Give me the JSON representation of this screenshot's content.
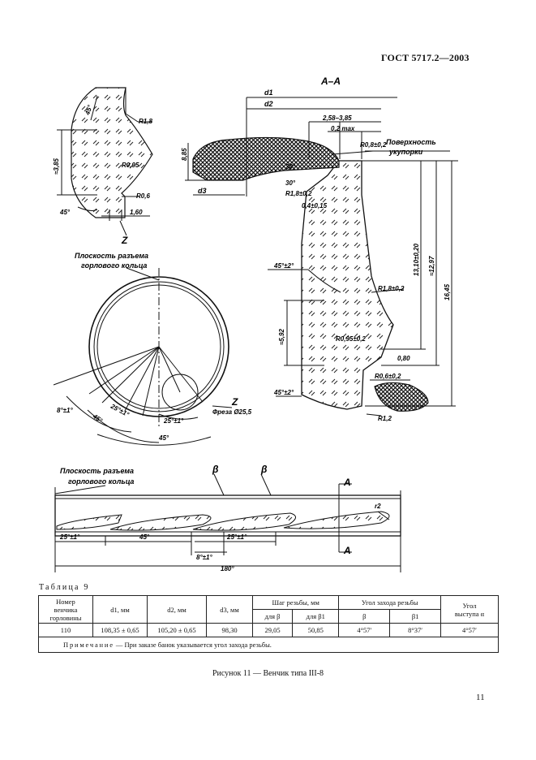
{
  "header": {
    "standard": "ГОСТ 5717.2—2003"
  },
  "drawing": {
    "section_label": "А–А",
    "d1": "d1",
    "d2": "d2",
    "d3": "d3",
    "detail_z": {
      "r18": "R1,8",
      "r095": "R0,95",
      "r06": "R0,6",
      "dim_45_top": "45°",
      "dim_45_bot": "45°",
      "approx385": "≈3,85",
      "dim_160": "1,60",
      "z": "Z"
    },
    "plan": {
      "plane_label_1": "Плоскость разъема",
      "plane_label_2": "горлового кольца",
      "a1": "8°±1°",
      "a2": "25°±1°",
      "a3": "45°",
      "a4": "25°±1°",
      "a5": "45°",
      "mill": "Фреза Ø25,5",
      "z": "Z"
    },
    "section": {
      "d258": "2,58–3,85",
      "max02": "0,2 max",
      "r08": "R0,8±0,2",
      "surface_1": "Поверхность",
      "surface_2": "укупорки",
      "ang30a": "30°",
      "ang30b": "30°",
      "r18": "R1,8±0,2",
      "r04": "0,4±0,15",
      "h885": "8,85",
      "ang45": "45°±2°",
      "r18b": "R1,8±0,2",
      "r095": "R0,95±0,2",
      "h13": "13,10±0,20",
      "approx1297": "≈12,97",
      "h1645": "16,45",
      "approx592": "≈5,92",
      "h080": "0,80",
      "ang45b": "45°±2°",
      "r06": "R0,6±0,2",
      "r12": "R1,2"
    },
    "development": {
      "plane_label_1": "Плоскость разъема",
      "plane_label_2": "горлового кольца",
      "beta": "β",
      "beta1": "β",
      "a_top": "A",
      "a_bot": "A",
      "r2": "r2",
      "d25a": "25°±1°",
      "d45": "45°",
      "d25b": "25°±1°",
      "d8": "8°±1°",
      "d180": "180°"
    }
  },
  "table": {
    "caption": "Таблица 9",
    "headers": {
      "neck_no": [
        "Номер",
        "венчика",
        "горловины"
      ],
      "d1": "d1, мм",
      "d2": "d2, мм",
      "d3": "d3, мм",
      "thread_pitch": "Шаг резьбы, мм",
      "lead_angle": "Угол захода резьбы",
      "protrusion": [
        "Угол",
        "выступа α"
      ],
      "for_beta": "для β",
      "for_beta1": "для β1",
      "beta": "β",
      "beta1": "β1"
    },
    "row": {
      "neck_no": "110",
      "d1": "108,35 ± 0,65",
      "d2": "105,20 ± 0,65",
      "d3": "98,30",
      "pitch_beta": "29,05",
      "pitch_beta1": "50,85",
      "angle_beta": "4°57′",
      "angle_beta1": "8°37′",
      "alpha": "4°57′"
    },
    "note_lead": "Примечание",
    "note_text": "— При заказе банок указывается угол захода резьбы."
  },
  "figure_caption": "Рисунок 11 — Венчик типа III-8",
  "page_number": "11"
}
